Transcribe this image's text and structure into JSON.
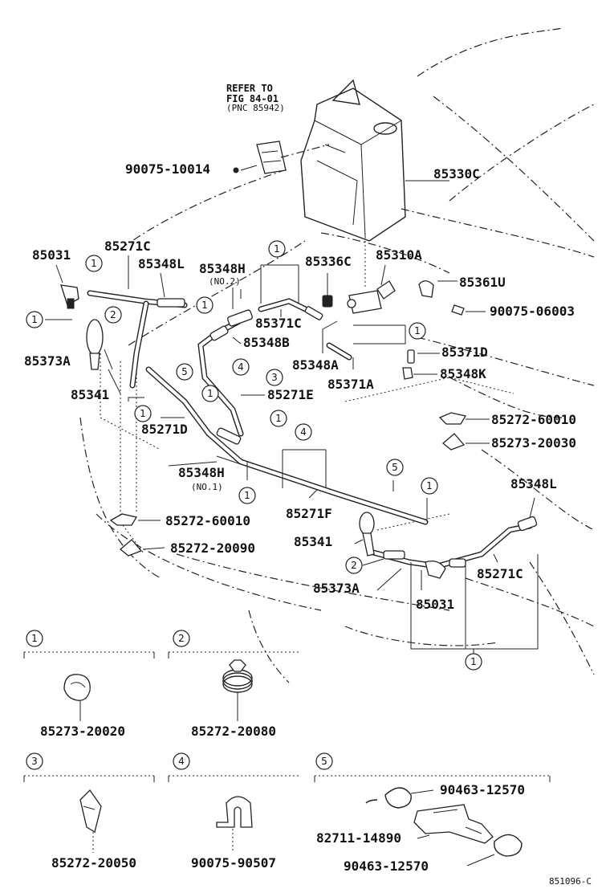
{
  "refer": {
    "line1": "REFER TO",
    "line2": "FIG 84-01",
    "line3": "(PNC 85942)"
  },
  "parts": {
    "p90075_10014": "90075-10014",
    "p85330C": "85330C",
    "p85031_top": "85031",
    "p85271C_top": "85271C",
    "p85348L_top": "85348L",
    "p85348H_no2": "85348H",
    "no2": "(NO.2)",
    "p85336C": "85336C",
    "p85310A": "85310A",
    "p85361U": "85361U",
    "p90075_06003": "90075-06003",
    "p85373A_top": "85373A",
    "p85371C": "85371C",
    "p85348B": "85348B",
    "p85348A": "85348A",
    "p85371D": "85371D",
    "p85348K": "85348K",
    "p85371A": "85371A",
    "p85341_top": "85341",
    "p85271E": "85271E",
    "p85271D": "85271D",
    "p85272_60010_right": "85272-60010",
    "p85273_20030": "85273-20030",
    "p85348H_no1": "85348H",
    "no1": "(NO.1)",
    "p85348L_right": "85348L",
    "p85271F": "85271F",
    "p85272_60010_left": "85272-60010",
    "p85341_bottom": "85341",
    "p85272_20090": "85272-20090",
    "p85271C_bottom": "85271C",
    "p85373A_bottom": "85373A",
    "p85031_bottom": "85031"
  },
  "callouts": [
    "1",
    "2",
    "3",
    "4",
    "5"
  ],
  "legend": [
    {
      "num": "1",
      "parts": [
        "85273-20020"
      ]
    },
    {
      "num": "2",
      "parts": [
        "85272-20080"
      ]
    },
    {
      "num": "3",
      "parts": [
        "85272-20050"
      ]
    },
    {
      "num": "4",
      "parts": [
        "90075-90507"
      ]
    },
    {
      "num": "5",
      "parts": [
        "90463-12570",
        "82711-14890",
        "90463-12570"
      ]
    }
  ],
  "figure_code": "851096-C"
}
